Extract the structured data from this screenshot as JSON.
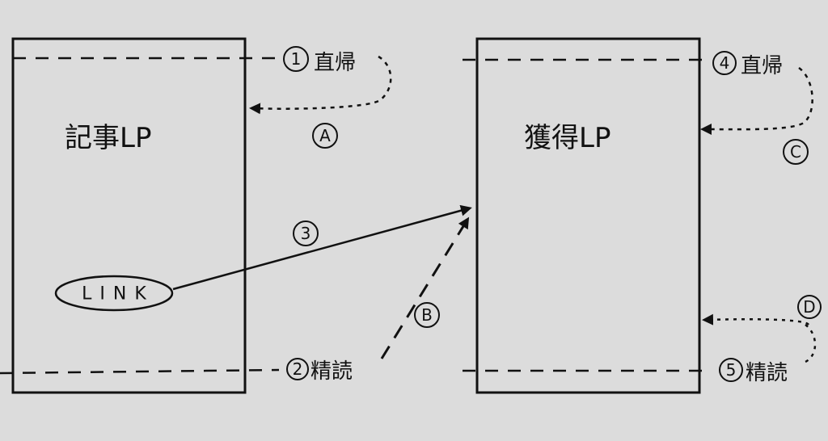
{
  "boxes": {
    "left_title": "記事LP",
    "right_title": "獲得LP",
    "link_label": "LINK"
  },
  "markers": {
    "m1": "1",
    "m1_text": "直帰",
    "m2": "2",
    "m2_text": "精読",
    "m3": "3",
    "m4": "4",
    "m4_text": "直帰",
    "m5": "5",
    "m5_text": "精読",
    "mA": "A",
    "mB": "B",
    "mC": "C",
    "mD": "D"
  }
}
